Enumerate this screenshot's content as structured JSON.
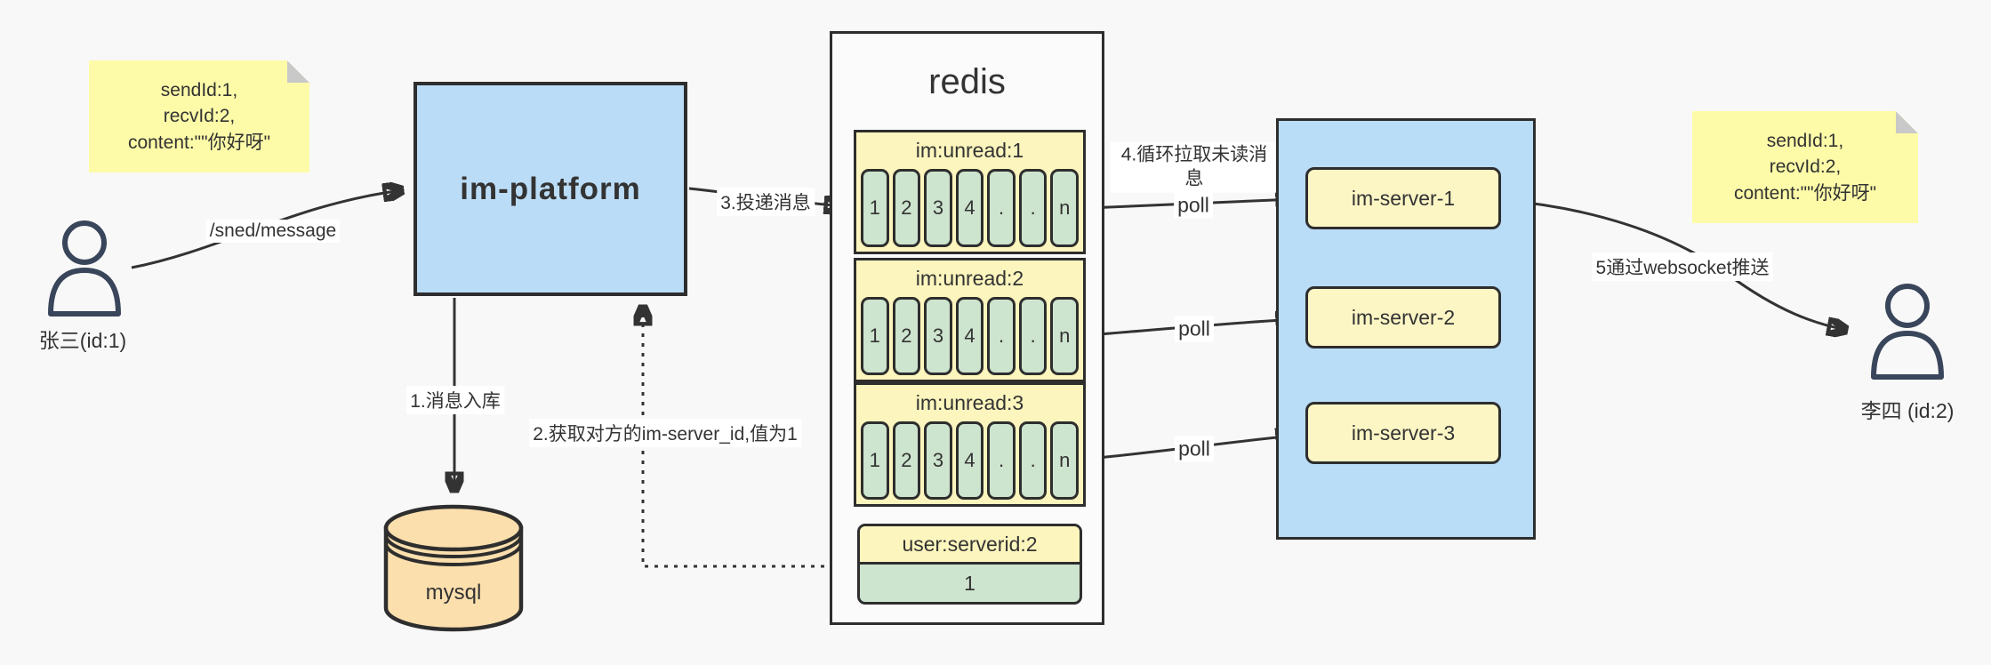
{
  "notes": {
    "left": {
      "lines": [
        "sendId:1,",
        "recvId:2,",
        "content:\"\"你好呀\""
      ]
    },
    "right": {
      "lines": [
        "sendId:1,",
        "recvId:2,",
        "content:\"\"你好呀\""
      ]
    }
  },
  "actors": {
    "sender": {
      "label": "张三(id:1)"
    },
    "receiver": {
      "label": "李四 (id:2)"
    }
  },
  "platform": {
    "label": "im-platform"
  },
  "mysql": {
    "label": "mysql"
  },
  "redis": {
    "title": "redis",
    "queues": [
      {
        "header": "im:unread:1",
        "cells": [
          "1",
          "2",
          "3",
          "4",
          ".",
          ".",
          "n"
        ]
      },
      {
        "header": "im:unread:2",
        "cells": [
          "1",
          "2",
          "3",
          "4",
          ".",
          ".",
          "n"
        ]
      },
      {
        "header": "im:unread:3",
        "cells": [
          "1",
          "2",
          "3",
          "4",
          ".",
          ".",
          "n"
        ]
      }
    ],
    "mapping": {
      "header": "user:serverid:2",
      "value": "1"
    }
  },
  "servers": {
    "items": [
      {
        "label": "im-server-1"
      },
      {
        "label": "im-server-2"
      },
      {
        "label": "im-server-3"
      }
    ]
  },
  "edges": {
    "send_api": "/sned/message",
    "step1": "1.消息入库",
    "step2": "2.获取对方的im-server_id,值为1",
    "step3": "3.投递消息",
    "step4": "4.循环拉取未读消息",
    "step5": "5通过websocket推送",
    "poll_1": "poll",
    "poll_2": "poll",
    "poll_3": "poll"
  },
  "colors": {
    "background": "#f8f8f8",
    "note_yellow": "#fdfba8",
    "note_fold_gray": "#c9c9c9",
    "node_blue": "#bbdcf6",
    "box_yellow": "#fcf5bd",
    "cell_green": "#cde4ce",
    "mysql_orange": "#fbdfad",
    "stroke_dark": "#2e2e2e",
    "person_navy": "#39455a"
  }
}
